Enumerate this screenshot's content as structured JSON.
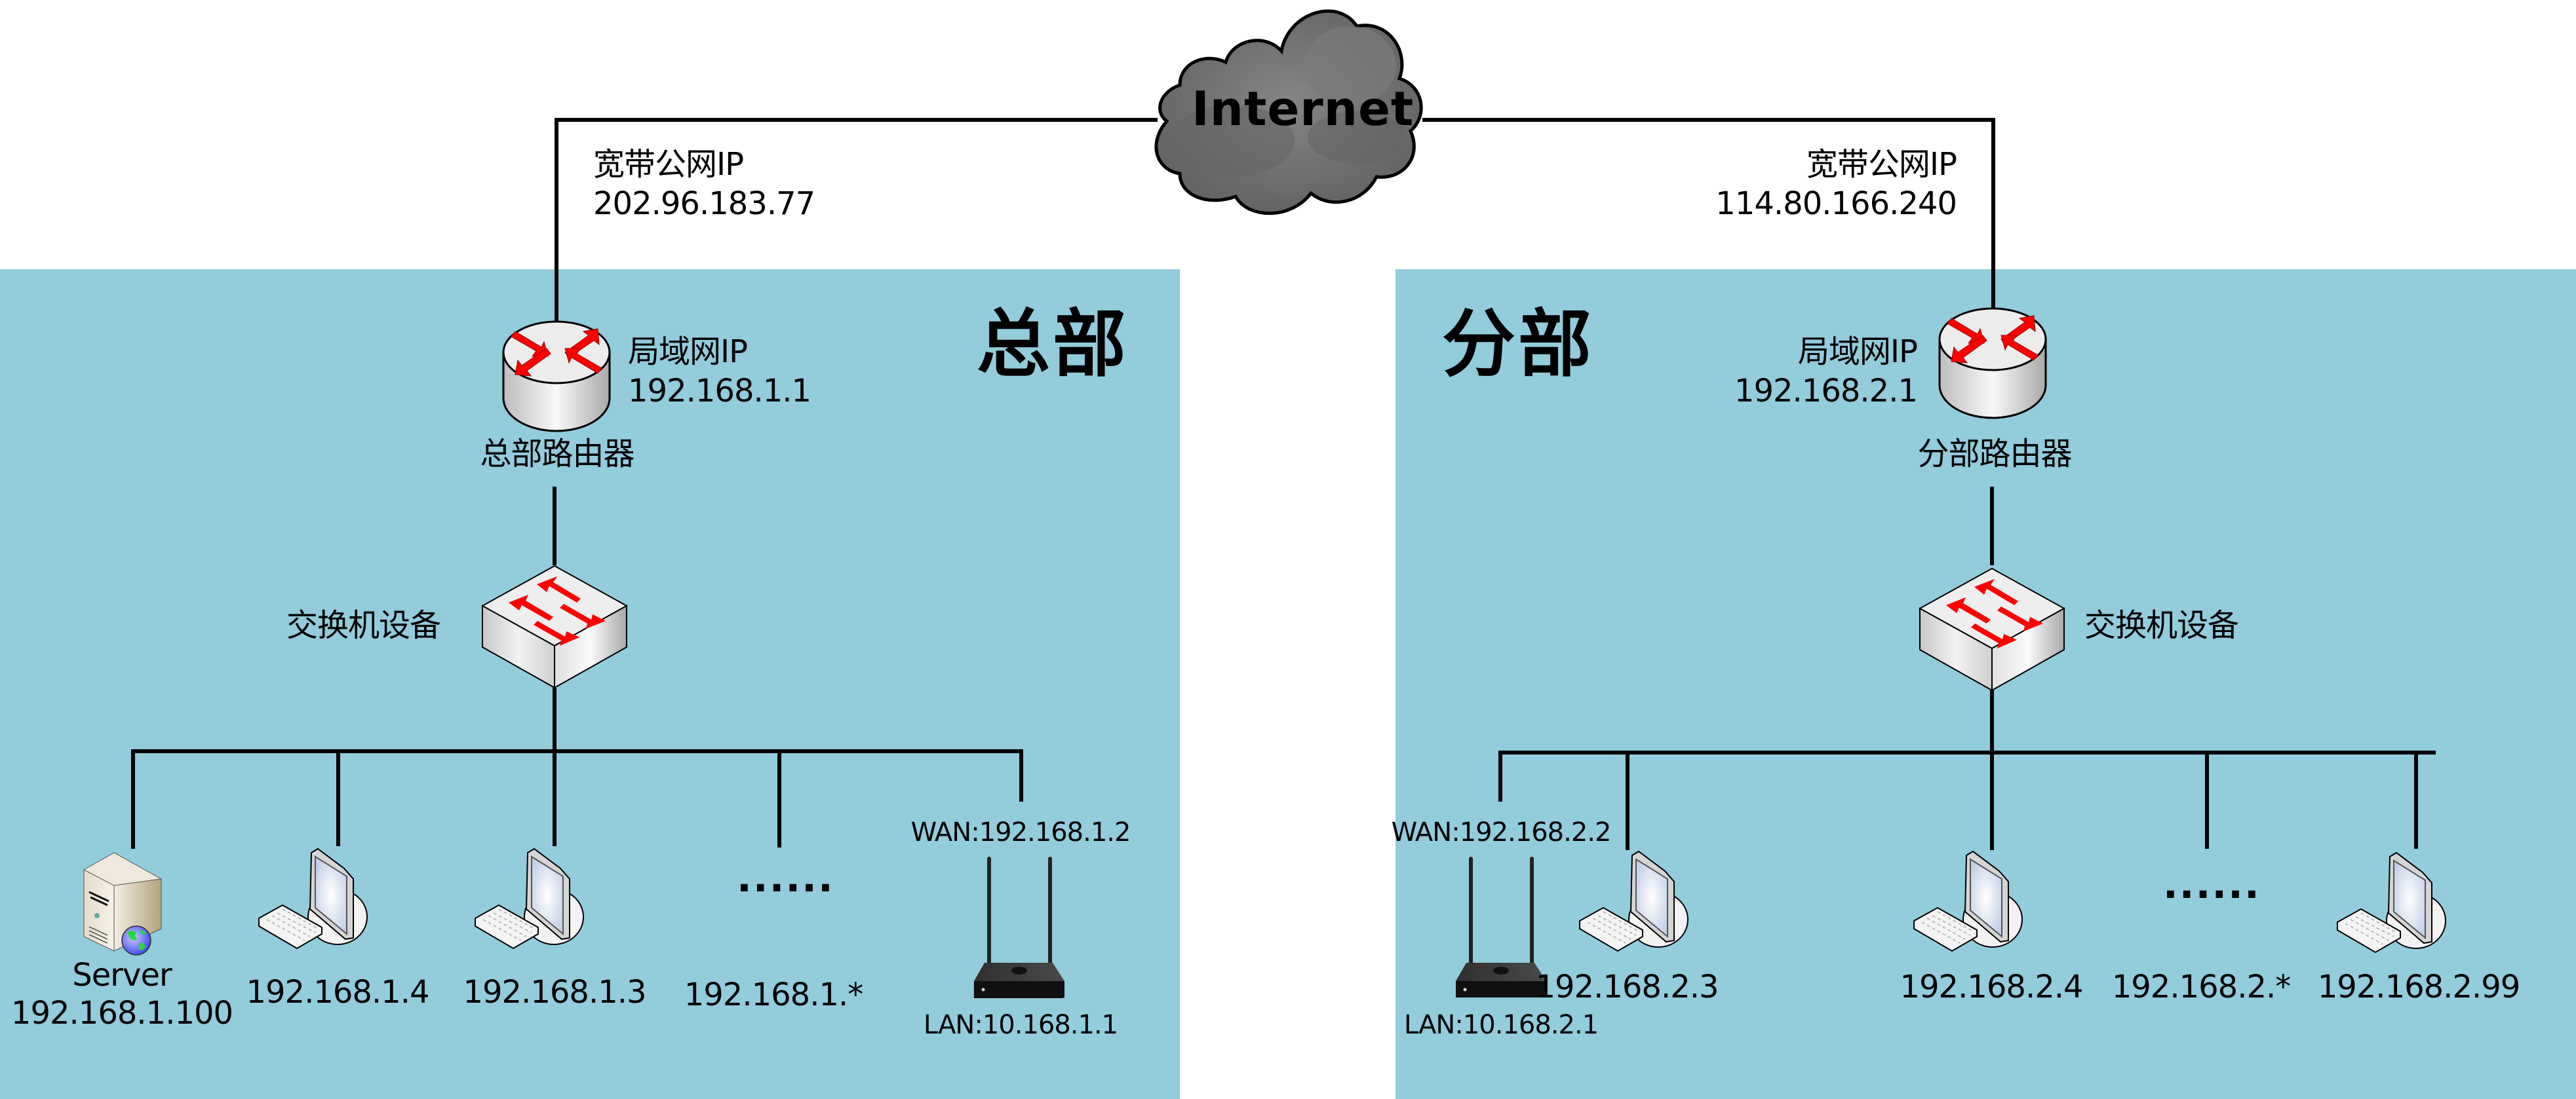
{
  "internet": {
    "label": "Internet"
  },
  "headquarters": {
    "title": "总部",
    "public_ip_label": "宽带公网IP",
    "public_ip": "202.96.183.77",
    "router": {
      "lan_label": "局域网IP",
      "lan_ip": "192.168.1.1",
      "name": "总部路由器"
    },
    "switch": {
      "name": "交换机设备"
    },
    "devices": [
      {
        "type": "server",
        "name": "Server",
        "ip": "192.168.1.100"
      },
      {
        "type": "pc",
        "ip": "192.168.1.4"
      },
      {
        "type": "pc",
        "ip": "192.168.1.3"
      },
      {
        "type": "ellipsis",
        "dots": "······",
        "ip": "192.168.1.*"
      },
      {
        "type": "wireless-router",
        "wan": "WAN:192.168.1.2",
        "lan": "LAN:10.168.1.1"
      }
    ]
  },
  "branch": {
    "title": "分部",
    "public_ip_label": "宽带公网IP",
    "public_ip": "114.80.166.240",
    "router": {
      "lan_label": "局域网IP",
      "lan_ip": "192.168.2.1",
      "name": "分部路由器"
    },
    "switch": {
      "name": "交换机设备"
    },
    "devices": [
      {
        "type": "wireless-router",
        "wan": "WAN:192.168.2.2",
        "lan": "LAN:10.168.2.1"
      },
      {
        "type": "pc",
        "ip": "192.168.2.3"
      },
      {
        "type": "pc",
        "ip": "192.168.2.4"
      },
      {
        "type": "ellipsis",
        "dots": "······",
        "ip": "192.168.2.*"
      },
      {
        "type": "pc",
        "ip": "192.168.2.99"
      }
    ]
  },
  "colors": {
    "panel_bg": "#93ccdb",
    "arrow_red": "#ff0000",
    "cloud_gray": "#6e6e6e",
    "line": "#000000"
  }
}
